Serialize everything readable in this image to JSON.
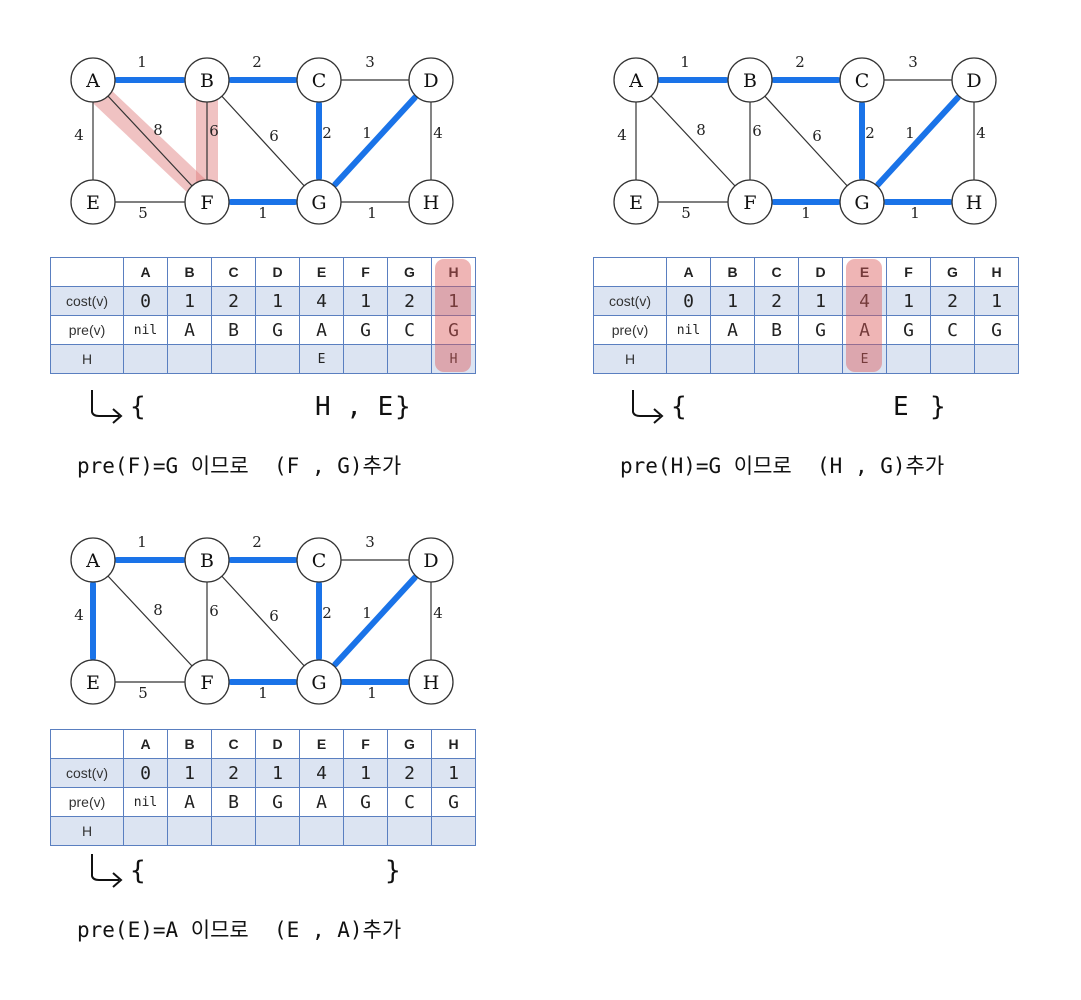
{
  "panels": [
    {
      "highlight_edges": [
        "AF",
        "BF"
      ],
      "mst_edges": [
        "AB",
        "BC",
        "CG",
        "DG",
        "FG"
      ],
      "highlight_column": "H",
      "table": {
        "cost": [
          "0",
          "1",
          "2",
          "1",
          "4",
          "1",
          "2",
          "1"
        ],
        "pre": [
          "nil",
          "A",
          "B",
          "G",
          "A",
          "G",
          "C",
          "G"
        ],
        "h": [
          "",
          "",
          "",
          "",
          "E",
          "",
          "",
          "H"
        ]
      },
      "set_text": "H , E",
      "note": "pre(F)=G 이므로  (F , G)추가"
    },
    {
      "highlight_edges": [],
      "mst_edges": [
        "AB",
        "BC",
        "CG",
        "DG",
        "FG",
        "GH"
      ],
      "highlight_column": "E",
      "table": {
        "cost": [
          "0",
          "1",
          "2",
          "1",
          "4",
          "1",
          "2",
          "1"
        ],
        "pre": [
          "nil",
          "A",
          "B",
          "G",
          "A",
          "G",
          "C",
          "G"
        ],
        "h": [
          "",
          "",
          "",
          "",
          "E",
          "",
          "",
          ""
        ]
      },
      "set_text": "E",
      "note": "pre(H)=G 이므로  (H , G)추가"
    },
    {
      "highlight_edges": [],
      "mst_edges": [
        "AB",
        "BC",
        "CG",
        "DG",
        "FG",
        "GH",
        "AE"
      ],
      "highlight_column": "",
      "table": {
        "cost": [
          "0",
          "1",
          "2",
          "1",
          "4",
          "1",
          "2",
          "1"
        ],
        "pre": [
          "nil",
          "A",
          "B",
          "G",
          "A",
          "G",
          "C",
          "G"
        ],
        "h": [
          "",
          "",
          "",
          "",
          "",
          "",
          "",
          ""
        ]
      },
      "set_text": "",
      "note": "pre(E)=A 이므로  (E , A)추가"
    }
  ],
  "graph": {
    "nodes": [
      "A",
      "B",
      "C",
      "D",
      "E",
      "F",
      "G",
      "H"
    ],
    "edges": [
      {
        "id": "AB",
        "from": "A",
        "to": "B",
        "weight": "1"
      },
      {
        "id": "BC",
        "from": "B",
        "to": "C",
        "weight": "2"
      },
      {
        "id": "CD",
        "from": "C",
        "to": "D",
        "weight": "3"
      },
      {
        "id": "AE",
        "from": "A",
        "to": "E",
        "weight": "4"
      },
      {
        "id": "AF",
        "from": "A",
        "to": "F",
        "weight": "8"
      },
      {
        "id": "BF",
        "from": "B",
        "to": "F",
        "weight": "6"
      },
      {
        "id": "BG",
        "from": "B",
        "to": "G",
        "weight": "6"
      },
      {
        "id": "CG",
        "from": "C",
        "to": "G",
        "weight": "2"
      },
      {
        "id": "DG",
        "from": "D",
        "to": "G",
        "weight": "1"
      },
      {
        "id": "DH",
        "from": "D",
        "to": "H",
        "weight": "4"
      },
      {
        "id": "EF",
        "from": "E",
        "to": "F",
        "weight": "5"
      },
      {
        "id": "FG",
        "from": "F",
        "to": "G",
        "weight": "1"
      },
      {
        "id": "GH",
        "from": "G",
        "to": "H",
        "weight": "1"
      }
    ]
  },
  "table_labels": {
    "columns": [
      "A",
      "B",
      "C",
      "D",
      "E",
      "F",
      "G",
      "H"
    ],
    "cost_label": "cost(v)",
    "pre_label": "pre(v)",
    "h_label": "H"
  },
  "set_open": "{",
  "set_close": "}",
  "colors": {
    "mst_edge": "#1a73e8",
    "highlight": "#e07a7a",
    "table_border": "#5a7fc0",
    "table_band": "#dce4f2"
  }
}
